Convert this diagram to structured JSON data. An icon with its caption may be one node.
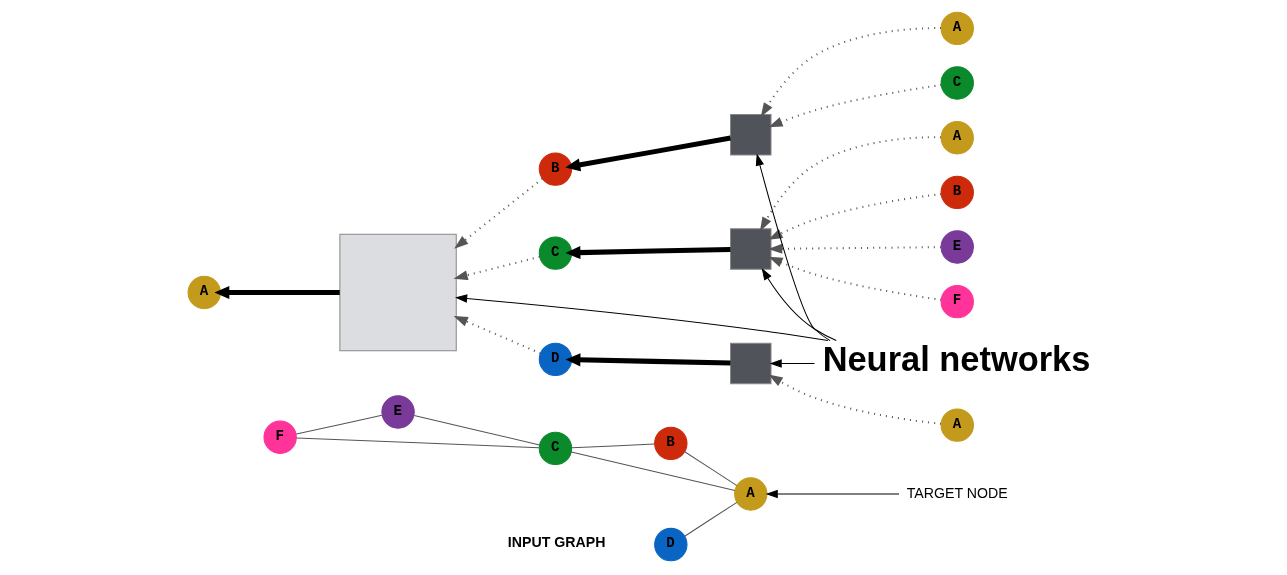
{
  "diagram": {
    "nodes": [
      {
        "text": [
          "TARGET NODE"
        ]
      },
      {
        "text": [
          "A"
        ]
      },
      {
        "text": [
          "B"
        ]
      },
      {
        "text": [
          "C"
        ]
      },
      {
        "text": [
          "D"
        ]
      },
      {
        "text": [
          "E"
        ]
      },
      {
        "text": [
          "F"
        ]
      },
      {
        "text": [
          "A"
        ]
      },
      {
        "text": [],
        "shape": "box"
      },
      {
        "text": [
          "B"
        ]
      },
      {
        "text": [
          "C"
        ]
      },
      {
        "text": [
          "D"
        ]
      },
      {
        "text": [],
        "shape": "box"
      },
      {
        "text": [],
        "shape": "box"
      },
      {
        "text": [],
        "shape": "box"
      },
      {
        "text": [
          "A"
        ]
      },
      {
        "text": [
          "C"
        ]
      },
      {
        "text": [
          "A"
        ]
      },
      {
        "text": [
          "B"
        ]
      },
      {
        "text": [
          "E"
        ]
      },
      {
        "text": [
          "F"
        ]
      },
      {
        "text": [
          "A"
        ]
      },
      {
        "text": [
          "Neural networks"
        ]
      }
    ],
    "edges": [
      {
        "from": 0,
        "to": 1,
        "arrow": "to",
        "color": "#000000"
      },
      {
        "from": 1,
        "to": 2,
        "arrow": "none"
      },
      {
        "from": 1,
        "to": 3,
        "arrow": "none"
      },
      {
        "from": 1,
        "to": 4,
        "arrow": "none"
      },
      {
        "from": 2,
        "to": 3,
        "arrow": "none"
      },
      {
        "from": 3,
        "to": 5,
        "arrow": "none"
      },
      {
        "from": 3,
        "to": 6,
        "arrow": "none"
      },
      {
        "from": 5,
        "to": 6,
        "arrow": "none"
      },
      {
        "from": 8,
        "to": 7,
        "arrow": "to",
        "style": "thick",
        "color": "#000000"
      },
      {
        "from": 9,
        "to": 8,
        "arrow": "to",
        "style": "dashed"
      },
      {
        "from": 10,
        "to": 8,
        "arrow": "to",
        "style": "dashed"
      },
      {
        "from": 11,
        "to": 8,
        "arrow": "to",
        "style": "dashed"
      },
      {
        "from": 12,
        "to": 9,
        "arrow": "to",
        "style": "thick",
        "color": "#000000"
      },
      {
        "from": 13,
        "to": 10,
        "arrow": "to",
        "style": "thick",
        "color": "#000000"
      },
      {
        "from": 14,
        "to": 11,
        "arrow": "to",
        "style": "thick",
        "color": "#000000"
      },
      {
        "from": 15,
        "to": 12,
        "arrow": "to",
        "style": "dashed"
      },
      {
        "from": 16,
        "to": 12,
        "arrow": "to",
        "style": "dashed"
      },
      {
        "from": 17,
        "to": 13,
        "arrow": "to",
        "style": "dashed"
      },
      {
        "from": 18,
        "to": 13,
        "arrow": "to",
        "style": "dashed"
      },
      {
        "from": 19,
        "to": 13,
        "arrow": "to",
        "style": "dashed"
      },
      {
        "from": 20,
        "to": 13,
        "arrow": "to",
        "style": "dashed"
      },
      {
        "from": 21,
        "to": 14,
        "arrow": "to",
        "style": "dashed"
      },
      {
        "from": 22,
        "to": 8,
        "arrow": "to",
        "color": "#000000"
      },
      {
        "from": 22,
        "to": 12,
        "arrow": "to",
        "color": "#000000"
      },
      {
        "from": 22,
        "to": 13,
        "arrow": "to",
        "color": "#000000"
      },
      {
        "from": 22,
        "to": 14,
        "arrow": "to",
        "color": "#000000"
      }
    ],
    "labels": [
      "INPUT GRAPH"
    ]
  }
}
